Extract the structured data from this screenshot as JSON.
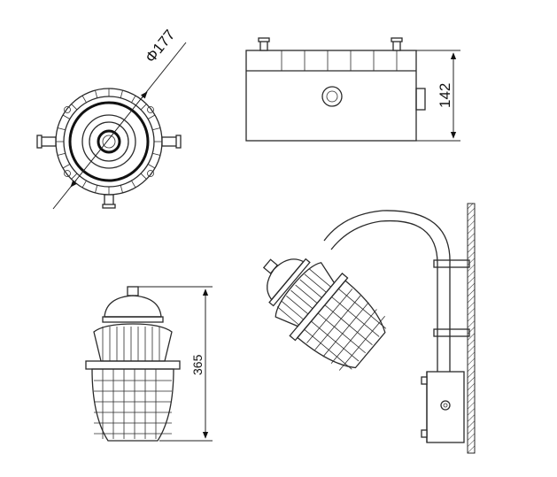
{
  "dimensions": {
    "diameter_label": "Φ177",
    "height_box_label": "142",
    "height_lamp_label": "365"
  },
  "colors": {
    "line": "#2a2a2a",
    "background": "#ffffff"
  }
}
